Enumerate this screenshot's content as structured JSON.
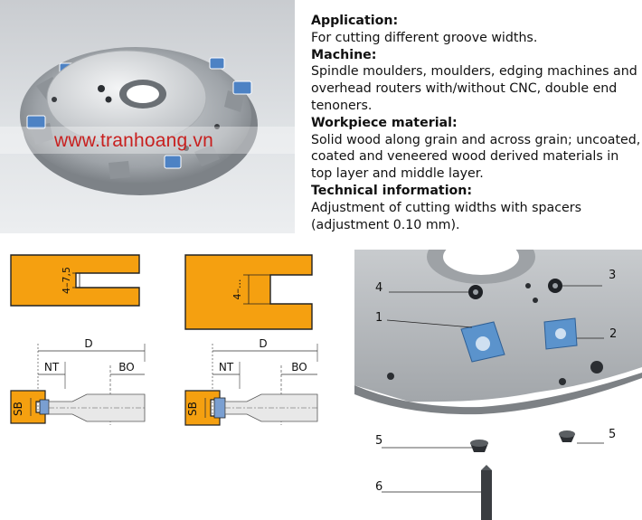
{
  "photo": {
    "watermark": "www.tranhoang.vn",
    "cutter_icon": "groove-cutter-photo"
  },
  "info": {
    "application_heading": "Application:",
    "application_text": "For cutting different groove widths.",
    "machine_heading": "Machine:",
    "machine_text": "Spindle moulders, moulders, edging machines and overhead routers with/without CNC, double end tenoners.",
    "workpiece_heading": "Workpiece material:",
    "workpiece_text": "Solid wood along grain and across grain; uncoated, coated and veneered wood derived materials in top layer and middle layer.",
    "technical_heading": "Technical information:",
    "technical_text": "Adjustment of cutting widths with spacers (adjustment 0.10 mm)."
  },
  "diagram_left": {
    "groove_label": "4–7,5",
    "d_label": "D",
    "nt_label": "NT",
    "bo_label": "BO",
    "sb_label": "SB"
  },
  "diagram_right": {
    "groove_label": "4–...",
    "d_label": "D",
    "nt_label": "NT",
    "bo_label": "BO",
    "sb_label": "SB"
  },
  "exploded": {
    "labels": [
      "1",
      "2",
      "3",
      "4",
      "5",
      "5",
      "6"
    ]
  },
  "colors": {
    "workpiece": "#f5a010",
    "watermark": "#c8201f",
    "insert": "#5b93cc"
  }
}
